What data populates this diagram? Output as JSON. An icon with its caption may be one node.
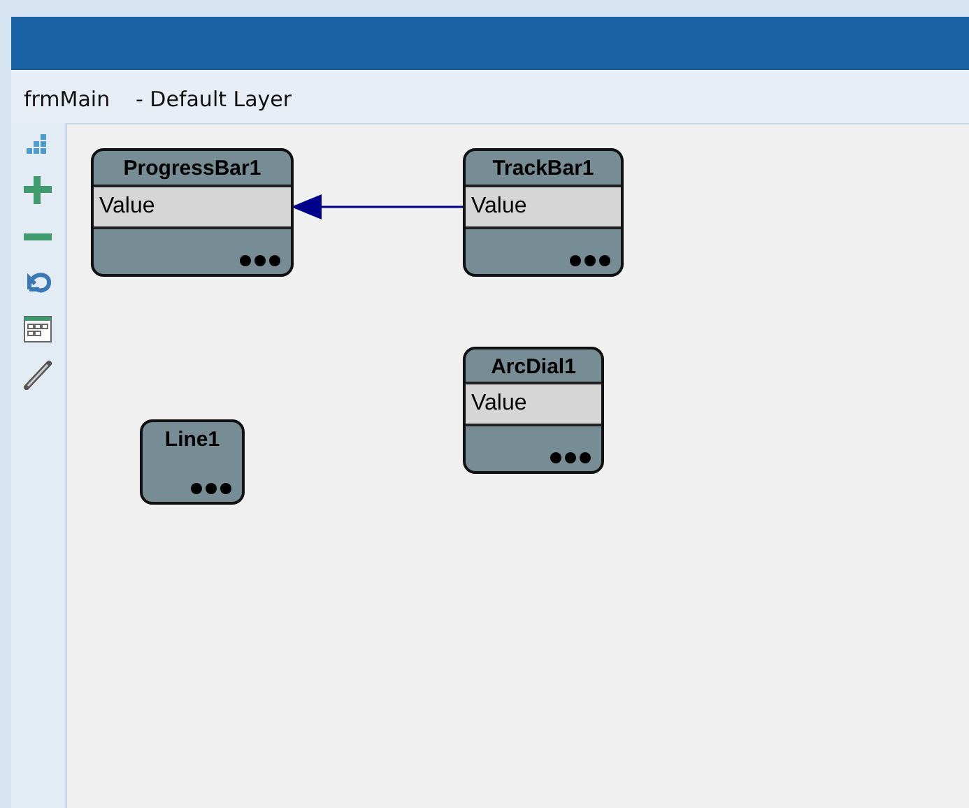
{
  "diagram": {
    "nodes": [
      {
        "text": [
          "ProgressBar1"
        ]
      },
      {
        "text": [
          "Value"
        ],
        "in": 0
      },
      {
        "text": [
          "TrackBar1"
        ]
      },
      {
        "text": [
          "Value"
        ],
        "in": 2
      },
      {
        "text": [
          "ArcDial1"
        ]
      },
      {
        "text": [
          "Value"
        ],
        "in": 4
      },
      {
        "text": [
          "Line1"
        ]
      }
    ],
    "edges": [
      {
        "from": 3,
        "to": 1,
        "arrow": "to"
      }
    ],
    "labels": [
      "frmMain",
      "- Default Layer"
    ]
  }
}
